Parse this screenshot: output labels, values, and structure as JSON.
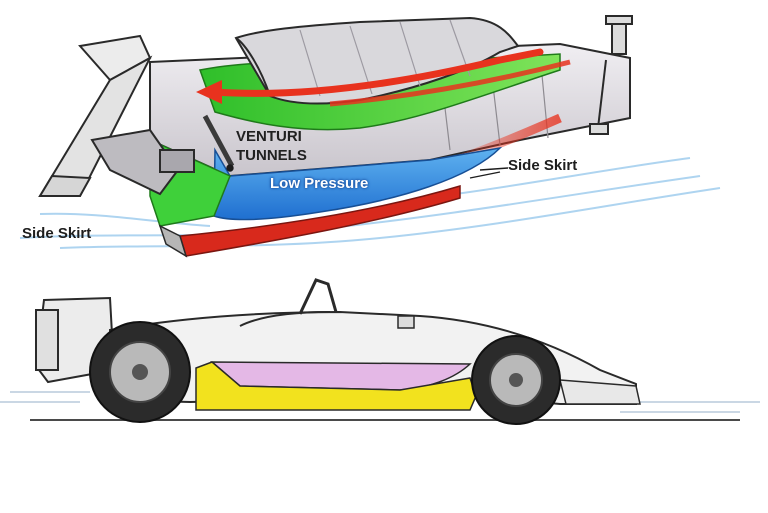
{
  "labels": {
    "venturi_line1": "VENTURI",
    "venturi_line2": "TUNNELS",
    "low_pressure": "Low Pressure",
    "side_skirt_right": "Side Skirt",
    "side_skirt_left": "Side Skirt"
  },
  "colors": {
    "tunnel_green": "#3fd03a",
    "low_pressure_blue": "#2e8fe0",
    "airflow_red": "#e8321e",
    "skirt_red": "#d8291c",
    "car_body": "#f2f2f2",
    "sidepod_pink": "#e4b8e6",
    "floor_yellow": "#f2e21e",
    "outline": "#2a2a2a"
  },
  "icons": [
    "airflow-arrow-icon"
  ]
}
